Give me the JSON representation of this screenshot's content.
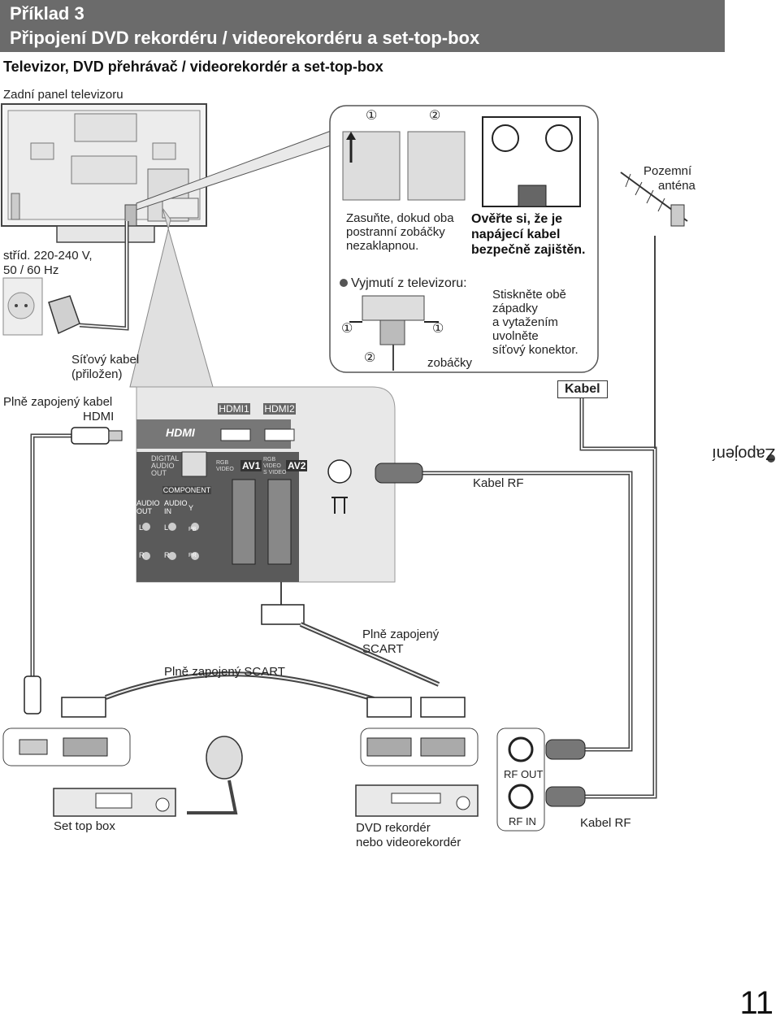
{
  "header": {
    "line1": "Příklad 3",
    "line2": "Připojení DVD rekordéru / videorekordéru a set-top-box"
  },
  "subtitle": "Televizor, DVD přehrávač / videorekordér a set-top-box",
  "labels": {
    "tv_rear": "Zadní panel televizoru",
    "ac_line1": "stříd. 220-240 V,",
    "ac_line2": "50 / 60 Hz",
    "power_cable_line1": "Síťový kabel",
    "power_cable_line2": "(přiložen)",
    "hdmi_cable_line1": "Plně zapojený kabel",
    "hdmi_cable_line2": "HDMI",
    "antenna_line1": "Pozemní",
    "antenna_line2": "anténa",
    "kabel": "Kabel",
    "rf_cable": "Kabel RF",
    "scart_full_line1": "Plně zapojený",
    "scart_full_line2": "SCART",
    "scart_full2": "Plně zapojený SCART",
    "set_top_box": "Set top box",
    "dvd_line1": "DVD rekordér",
    "dvd_line2": "nebo videorekordér",
    "rf_out": "RF OUT",
    "rf_in": "RF IN",
    "rf_cable2": "Kabel RF",
    "side_tab": "Zapojení",
    "page_number": "11"
  },
  "instructions": {
    "step1": "①",
    "step2": "②",
    "insert_line1": "Zasuňte, dokud oba",
    "insert_line2": "postranní zobáčky",
    "insert_line3": "nezaklapnou.",
    "check_line1": "Ověřte si, že je",
    "check_line2": "napájecí kabel",
    "check_line3": "bezpečně zajištěn.",
    "remove_title": "Vyjmutí z televizoru:",
    "release_line1": "Stiskněte obě",
    "release_line2": "západky",
    "release_line3": "a vytažením",
    "release_line4": "uvolněte",
    "release_line5": "síťový konektor.",
    "hooks": "zobáčky"
  },
  "panel": {
    "hdmi1": "HDMI1",
    "hdmi2": "HDMI2",
    "hdmi_logo": "HDMI",
    "digital_audio_line1": "DIGITAL",
    "digital_audio_line2": "AUDIO",
    "digital_audio_line3": "OUT",
    "component": "COMPONENT",
    "audio_out_line1": "AUDIO",
    "audio_out_line2": "OUT",
    "audio_in_line1": "AUDIO",
    "audio_in_line2": "IN",
    "av1": "AV1",
    "av2": "AV2",
    "rgb_video": "RGB VIDEO",
    "s_video": "S VIDEO",
    "l": "L",
    "r": "R",
    "y": "Y",
    "pb": "PB",
    "pr": "PR"
  }
}
